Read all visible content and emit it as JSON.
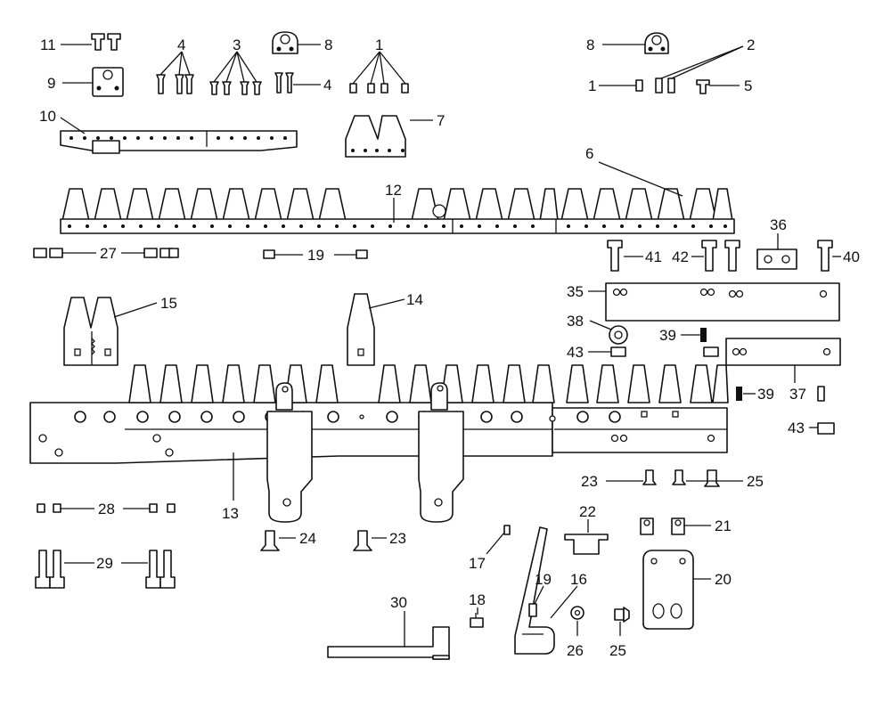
{
  "diagram": {
    "callouts": [
      {
        "id": "c11",
        "text": "11"
      },
      {
        "id": "c9",
        "text": "9"
      },
      {
        "id": "c4a",
        "text": "4"
      },
      {
        "id": "c3",
        "text": "3"
      },
      {
        "id": "c8a",
        "text": "8"
      },
      {
        "id": "c4b",
        "text": "4"
      },
      {
        "id": "c1a",
        "text": "1"
      },
      {
        "id": "c10",
        "text": "10"
      },
      {
        "id": "c7",
        "text": "7"
      },
      {
        "id": "c8b",
        "text": "8"
      },
      {
        "id": "c2",
        "text": "2"
      },
      {
        "id": "c1b",
        "text": "1"
      },
      {
        "id": "c5",
        "text": "5"
      },
      {
        "id": "c6",
        "text": "6"
      },
      {
        "id": "c12",
        "text": "12"
      },
      {
        "id": "c27",
        "text": "27"
      },
      {
        "id": "c19a",
        "text": "19"
      },
      {
        "id": "c41",
        "text": "41"
      },
      {
        "id": "c42",
        "text": "42"
      },
      {
        "id": "c36",
        "text": "36"
      },
      {
        "id": "c40",
        "text": "40"
      },
      {
        "id": "c15",
        "text": "15"
      },
      {
        "id": "c14",
        "text": "14"
      },
      {
        "id": "c35",
        "text": "35"
      },
      {
        "id": "c38",
        "text": "38"
      },
      {
        "id": "c39a",
        "text": "39"
      },
      {
        "id": "c43a",
        "text": "43"
      },
      {
        "id": "c39b",
        "text": "39"
      },
      {
        "id": "c37",
        "text": "37"
      },
      {
        "id": "c43b",
        "text": "43"
      },
      {
        "id": "c13",
        "text": "13"
      },
      {
        "id": "c23a",
        "text": "23"
      },
      {
        "id": "c25a",
        "text": "25"
      },
      {
        "id": "c28",
        "text": "28"
      },
      {
        "id": "c24",
        "text": "24"
      },
      {
        "id": "c23b",
        "text": "23"
      },
      {
        "id": "c22",
        "text": "22"
      },
      {
        "id": "c21",
        "text": "21"
      },
      {
        "id": "c17",
        "text": "17"
      },
      {
        "id": "c20",
        "text": "20"
      },
      {
        "id": "c29",
        "text": "29"
      },
      {
        "id": "c19b",
        "text": "19"
      },
      {
        "id": "c16",
        "text": "16"
      },
      {
        "id": "c18",
        "text": "18"
      },
      {
        "id": "c30",
        "text": "30"
      },
      {
        "id": "c26",
        "text": "26"
      },
      {
        "id": "c25b",
        "text": "25"
      }
    ]
  }
}
